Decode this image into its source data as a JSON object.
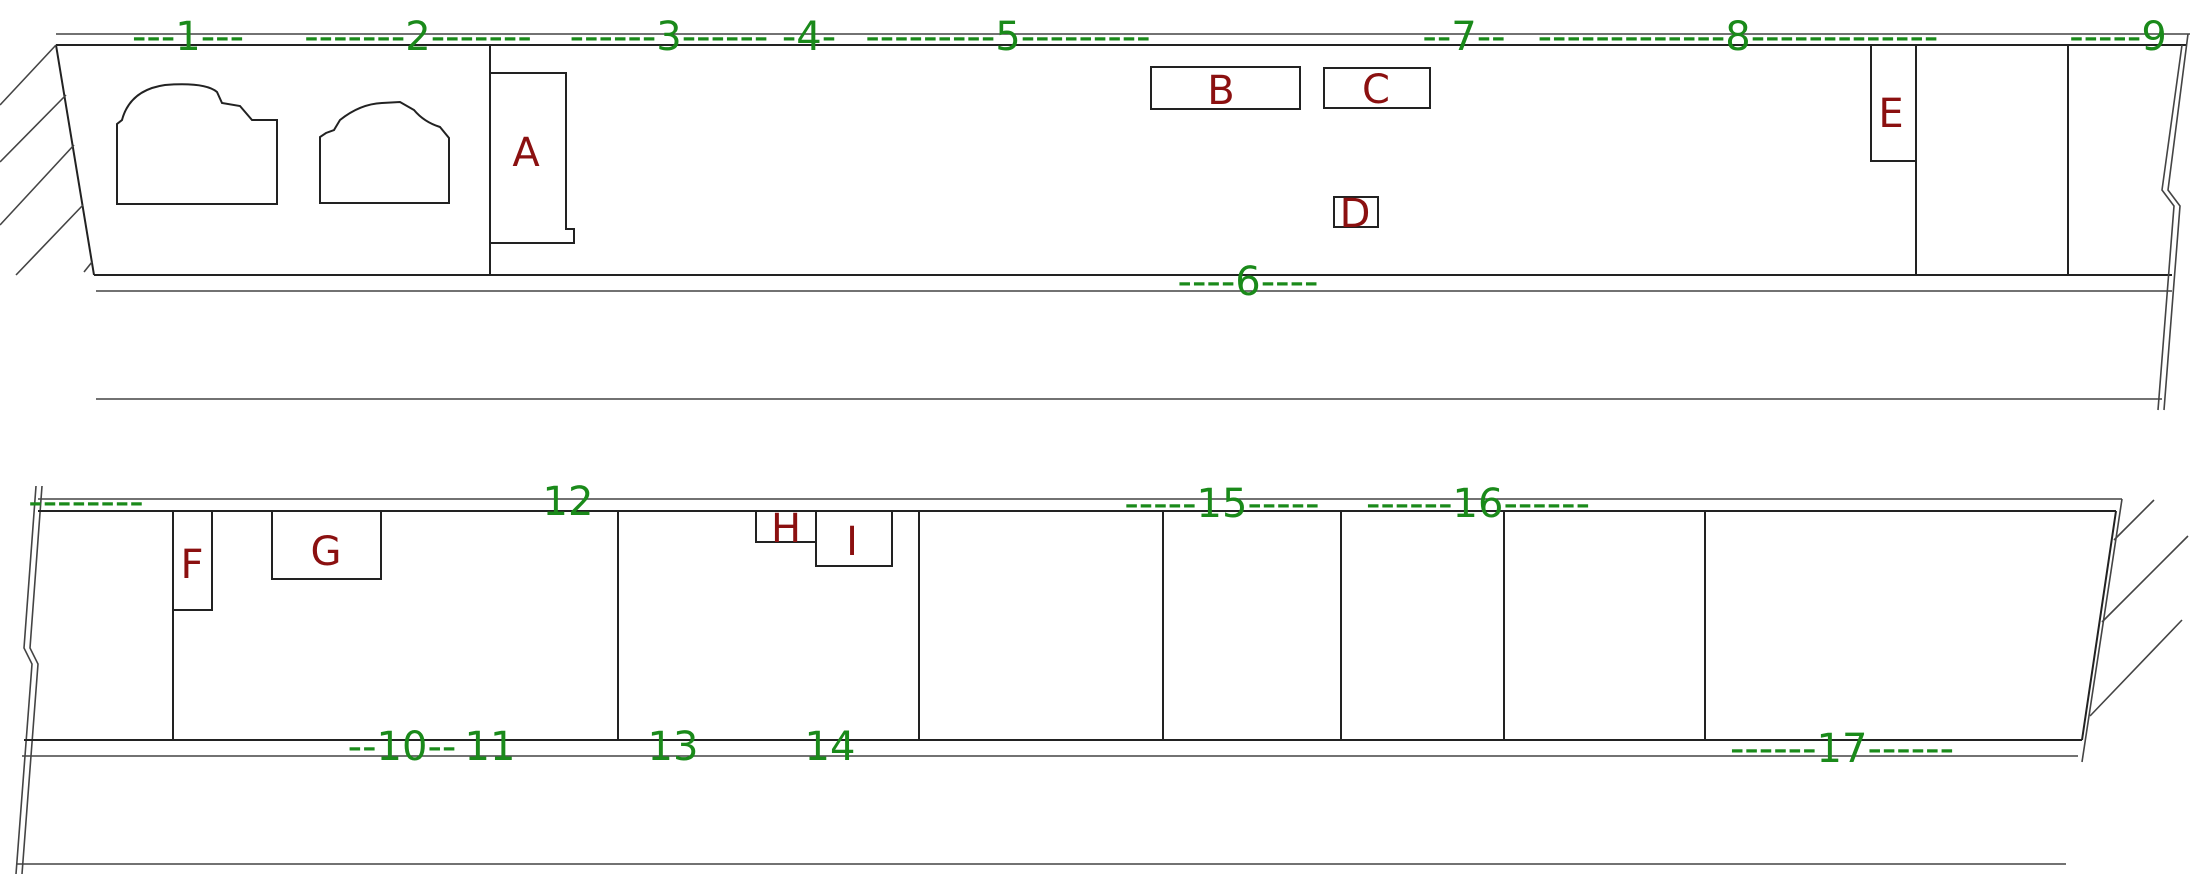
{
  "colors": {
    "lines": "#222222",
    "numbers": "#1a8a1a",
    "letters": "#8b1010",
    "background": "#ffffff"
  },
  "numbers": [
    {
      "id": "n1",
      "text": "---1---"
    },
    {
      "id": "n2",
      "text": "-------2-------"
    },
    {
      "id": "n3",
      "text": "------3------"
    },
    {
      "id": "n4",
      "text": "-4-"
    },
    {
      "id": "n5",
      "text": "---------5---------"
    },
    {
      "id": "n6",
      "text": "----6----"
    },
    {
      "id": "n7",
      "text": "--7--"
    },
    {
      "id": "n8",
      "text": "-------------8-------------"
    },
    {
      "id": "n9",
      "text": "-----9"
    },
    {
      "id": "n9b",
      "text": "--------"
    },
    {
      "id": "n10",
      "text": "--10--"
    },
    {
      "id": "n11",
      "text": "11"
    },
    {
      "id": "n12",
      "text": "12"
    },
    {
      "id": "n13",
      "text": "13"
    },
    {
      "id": "n14",
      "text": "14"
    },
    {
      "id": "n15",
      "text": "-----15-----"
    },
    {
      "id": "n16",
      "text": "------16------"
    },
    {
      "id": "n17",
      "text": "------17------"
    }
  ],
  "letters": [
    {
      "id": "A",
      "text": "A"
    },
    {
      "id": "B",
      "text": "B"
    },
    {
      "id": "C",
      "text": "C"
    },
    {
      "id": "D",
      "text": "D"
    },
    {
      "id": "E",
      "text": "E"
    },
    {
      "id": "F",
      "text": "F"
    },
    {
      "id": "G",
      "text": "G"
    },
    {
      "id": "H",
      "text": "H"
    },
    {
      "id": "I",
      "text": "I"
    }
  ]
}
